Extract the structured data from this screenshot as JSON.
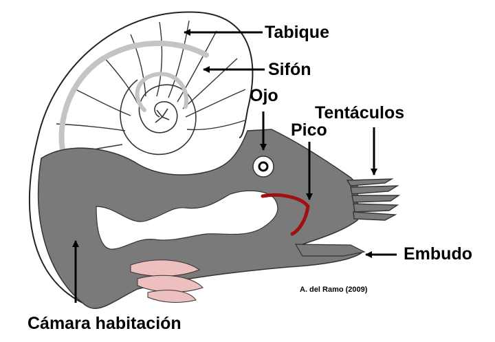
{
  "labels": {
    "tabique": "Tabique",
    "sifon": "Sifón",
    "ojo": "Ojo",
    "pico": "Pico",
    "tentaculos": "Tentáculos",
    "embudo": "Embudo",
    "camara": "Cámara habitación"
  },
  "credit": "A. del Ramo (2009)",
  "colors": {
    "body": "#7a7a7a",
    "shell_outline": "#222222",
    "siphuncle": "#c4c4c4",
    "beak": "#a01010",
    "gill": "#eebfbf",
    "arrow": "#000000"
  }
}
